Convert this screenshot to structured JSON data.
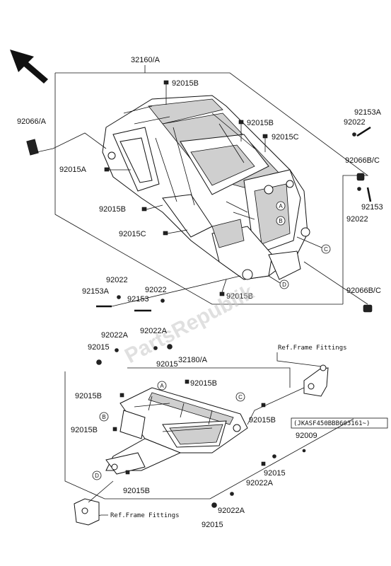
{
  "labels": {
    "main_frame": "32160/A",
    "sub_frame": "32180/A",
    "b1": "92015B",
    "b2": "92015B",
    "c1": "92015C",
    "a1": "92015A",
    "b3": "92015B",
    "c2": "92015C",
    "b4": "92015B",
    "guard_left": "92066/A",
    "nut_r1": "92022",
    "bolt_r1": "92153A",
    "guard_r1": "92066B/C",
    "bolt_r2": "92153",
    "nut_r2": "92022",
    "guard_r2": "92066B/C",
    "nut_l1": "92022",
    "bolt_l1": "92153A",
    "nut_l2": "92022",
    "bolt_l2": "92153",
    "s_a1": "92022A",
    "s_a2": "92022A",
    "s_b1": "92015",
    "s_b2": "92015",
    "s_c1": "92015B",
    "s_c2": "92015B",
    "s_c3": "92015B",
    "s_c4": "92015B",
    "s_c5": "92015B",
    "s_d1": "92015",
    "s_d2": "92022A",
    "s_d3": "92022A",
    "s_d4": "92015",
    "s_e": "92009",
    "vin_note": "(JKASF450BBB603161~)",
    "ref_top": "Ref.Frame Fittings",
    "ref_bottom": "Ref.Frame Fittings"
  },
  "callouts": {
    "a": "A",
    "b": "B",
    "c": "C",
    "d": "D"
  },
  "watermark": "PartsRepublik",
  "icons": {
    "direction_arrow": "front-arrow-icon"
  }
}
